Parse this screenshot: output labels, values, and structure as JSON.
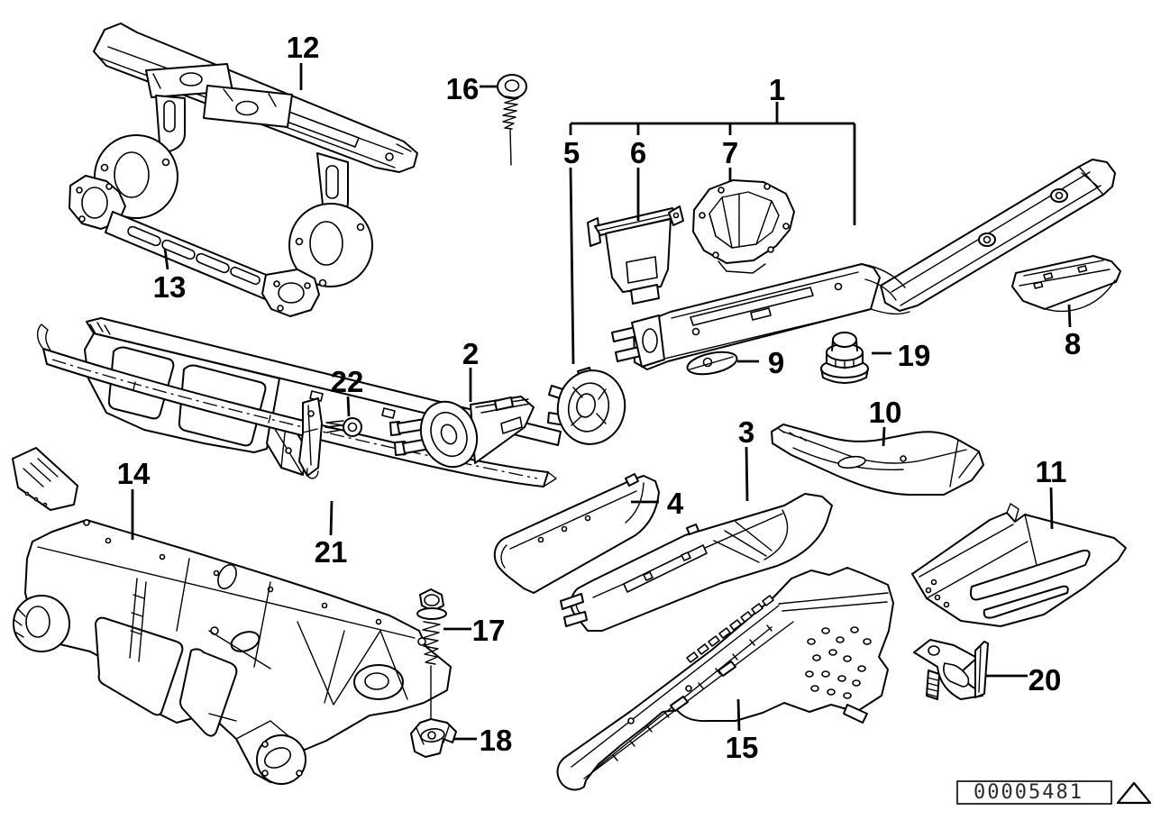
{
  "diagram_type": "exploded-parts-diagram",
  "callouts": [
    {
      "label": "1"
    },
    {
      "label": "2"
    },
    {
      "label": "3"
    },
    {
      "label": "4"
    },
    {
      "label": "5"
    },
    {
      "label": "6"
    },
    {
      "label": "7"
    },
    {
      "label": "8"
    },
    {
      "label": "9"
    },
    {
      "label": "10"
    },
    {
      "label": "11"
    },
    {
      "label": "12"
    },
    {
      "label": "13"
    },
    {
      "label": "14"
    },
    {
      "label": "15"
    },
    {
      "label": "16"
    },
    {
      "label": "17"
    },
    {
      "label": "18"
    },
    {
      "label": "19"
    },
    {
      "label": "20"
    },
    {
      "label": "21"
    },
    {
      "label": "22"
    }
  ],
  "footer": {
    "document_number": "00005481",
    "warning_icon": "warning-triangle-outline"
  },
  "colors": {
    "line_color": "#000000",
    "background_color": "#ffffff"
  }
}
